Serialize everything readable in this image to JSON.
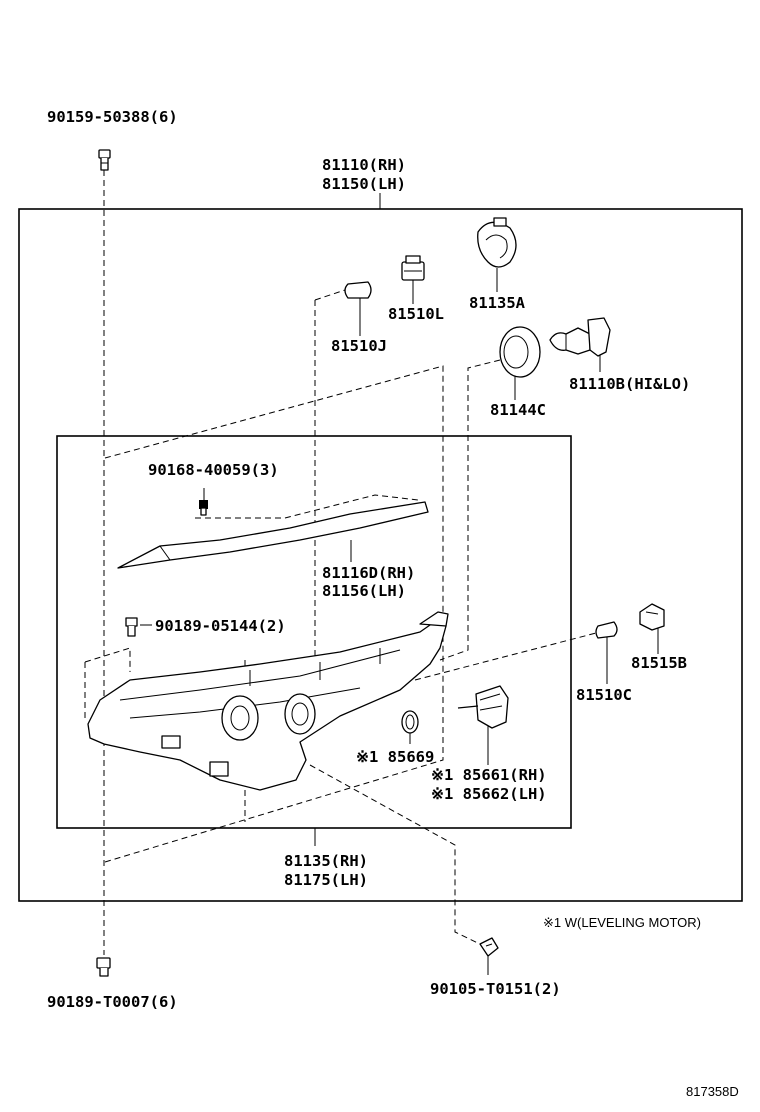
{
  "diagram": {
    "catalog_code": "817358D",
    "footnote": "※1  W(LEVELING MOTOR)",
    "parts": {
      "p90159": "90159-50388(6)",
      "p81110": "81110(RH)",
      "p81150": "81150(LH)",
      "p81135A": "81135A",
      "p81510L": "81510L",
      "p81510J": "81510J",
      "p81110B": "81110B(HI&LO)",
      "p81144C": "81144C",
      "p90168": "90168-40059(3)",
      "p81116D": "81116D(RH)",
      "p81156": "81156(LH)",
      "p90189_05144": "90189-05144(2)",
      "p81515B": "81515B",
      "p81510C": "81510C",
      "p85669": "※1 85669",
      "p85661": "※1 85661(RH)",
      "p85662": "※1 85662(LH)",
      "p81135": "81135(RH)",
      "p81175": "81175(LH)",
      "p90105": "90105-T0151(2)",
      "p90189_T0007": "90189-T0007(6)"
    }
  }
}
